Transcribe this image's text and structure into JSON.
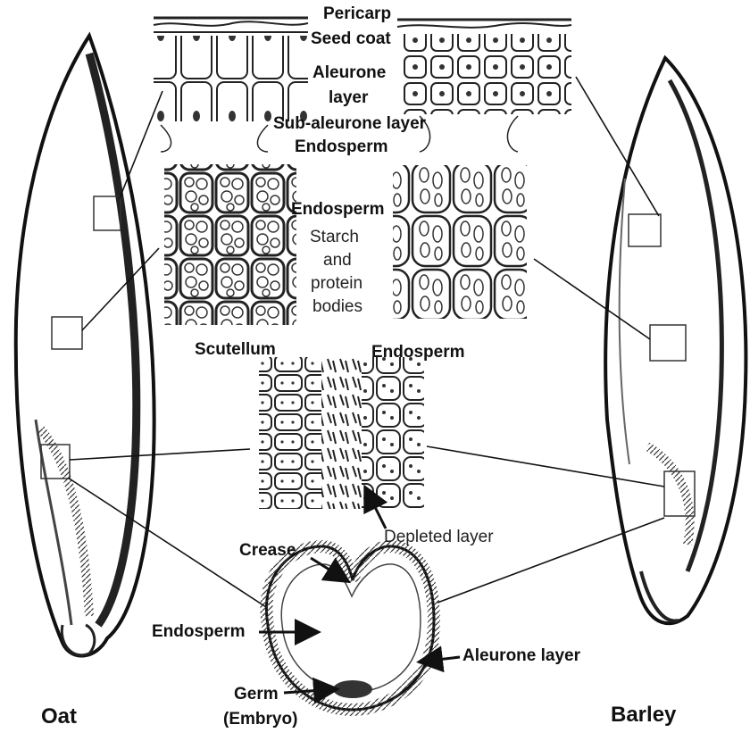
{
  "labels": {
    "pericarp": "Pericarp",
    "seed_coat": "Seed coat",
    "aleurone_layer_top_1": "Aleurone",
    "aleurone_layer_top_2": "layer",
    "sub_aleurone_layer": "Sub-aleurone layer",
    "endosperm_top": "Endosperm",
    "endosperm_mid": "Endosperm",
    "starch_1": "Starch",
    "starch_2": "and",
    "starch_3": "protein",
    "starch_4": "bodies",
    "scutellum": "Scutellum",
    "endosperm_scutellum": "Endosperm",
    "depleted_layer": "Depleted layer",
    "crease": "Crease",
    "endosperm_cross": "Endosperm",
    "aleurone_layer_cross": "Aleurone layer",
    "germ": "Germ",
    "embryo": "(Embryo)",
    "oat": "Oat",
    "barley": "Barley"
  }
}
